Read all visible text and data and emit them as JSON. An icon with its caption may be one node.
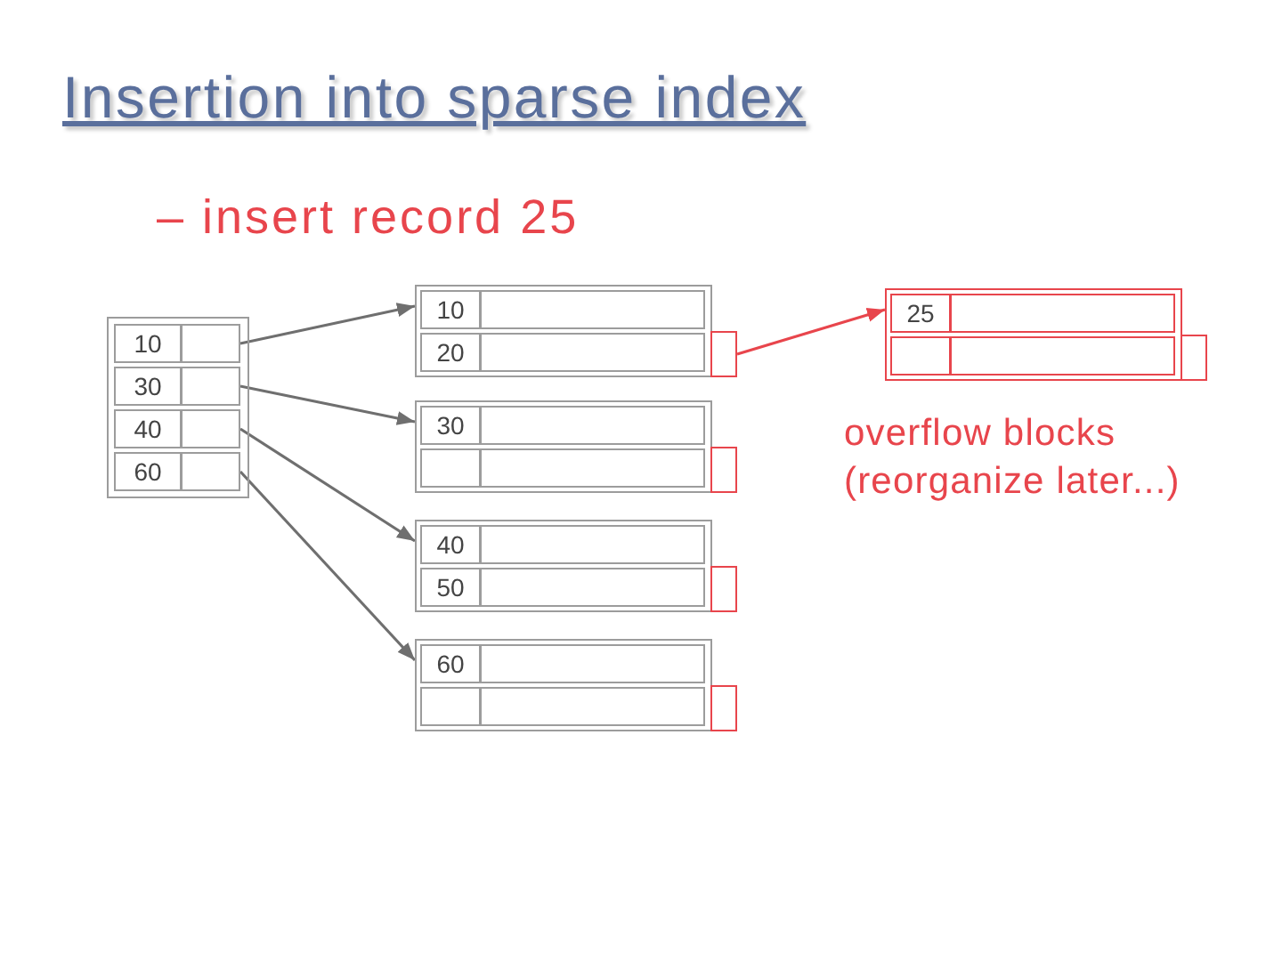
{
  "diagram": {
    "title": "Insertion into sparse index",
    "nodes": [
      {
        "text": [],
        "shape": "box"
      },
      {
        "text": [
          "10"
        ],
        "in": 0
      },
      {
        "text": [
          "30"
        ],
        "in": 0
      },
      {
        "text": [
          "40"
        ],
        "in": 0
      },
      {
        "text": [
          "60"
        ],
        "in": 0
      },
      {
        "text": [],
        "shape": "box"
      },
      {
        "text": [
          "10"
        ],
        "in": 5
      },
      {
        "text": [
          "20"
        ],
        "in": 5
      },
      {
        "text": [],
        "shape": "box"
      },
      {
        "text": [],
        "shape": "box"
      },
      {
        "text": [
          "30"
        ],
        "in": 9
      },
      {
        "text": [],
        "shape": "box",
        "in": 9
      },
      {
        "text": [],
        "shape": "box"
      },
      {
        "text": [],
        "shape": "box"
      },
      {
        "text": [
          "40"
        ],
        "in": 13
      },
      {
        "text": [
          "50"
        ],
        "in": 13
      },
      {
        "text": [],
        "shape": "box"
      },
      {
        "text": [],
        "shape": "box"
      },
      {
        "text": [
          "60"
        ],
        "in": 17
      },
      {
        "text": [],
        "shape": "box",
        "in": 17
      },
      {
        "text": [],
        "shape": "box"
      },
      {
        "text": [],
        "shape": "box",
        "beside": [
          "overflow blocks (reorganize later...)"
        ]
      },
      {
        "text": [
          "25"
        ],
        "in": 21
      },
      {
        "text": [],
        "shape": "box",
        "in": 21
      },
      {
        "text": [],
        "shape": "box"
      }
    ],
    "edges": [
      {
        "from": 1,
        "to": 5,
        "arrow": "to"
      },
      {
        "from": 2,
        "to": 9,
        "arrow": "to"
      },
      {
        "from": 3,
        "to": 13,
        "arrow": "to"
      },
      {
        "from": 4,
        "to": 17,
        "arrow": "to"
      },
      {
        "from": 8,
        "to": 21,
        "arrow": "to",
        "color": "#e8454c"
      }
    ],
    "labels": [
      "– insert record 25"
    ]
  }
}
